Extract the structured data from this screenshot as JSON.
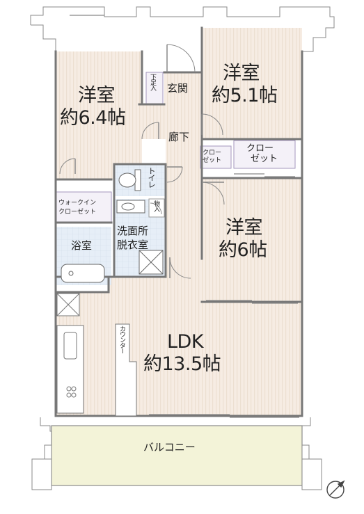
{
  "floorplan": {
    "rooms": {
      "western_room_1": {
        "name": "洋室",
        "size": "約6.4帖"
      },
      "western_room_2": {
        "name": "洋室",
        "size": "約5.1帖"
      },
      "western_room_3": {
        "name": "洋室",
        "size": "約6帖"
      },
      "ldk": {
        "name": "LDK",
        "size": "約13.5帖"
      }
    },
    "labels": {
      "shoe_storage": "下足入",
      "entrance": "玄関",
      "hallway": "廊下",
      "closet_small": [
        "クロー",
        "ゼット"
      ],
      "closet_large": [
        "クロー",
        "ゼット"
      ],
      "toilet": "トイレ",
      "walk_in_closet": [
        "ウォークイン",
        "クローゼット"
      ],
      "storage": "物入",
      "washroom": [
        "洗面所",
        "脱衣室"
      ],
      "bathroom": "浴室",
      "counter": "カウンター",
      "balcony": "バルコニー"
    },
    "colors": {
      "room_fill": "#f6ece3",
      "room_stripe": "#ece0d3",
      "wet_fill": "#e3ecf6",
      "closet_fill": "#f1eef6",
      "closet_border": "#a396bd",
      "balcony_fill": "#f3f3d8",
      "wall": "#7a7a7a"
    },
    "compass": "compass-north-arrow"
  }
}
